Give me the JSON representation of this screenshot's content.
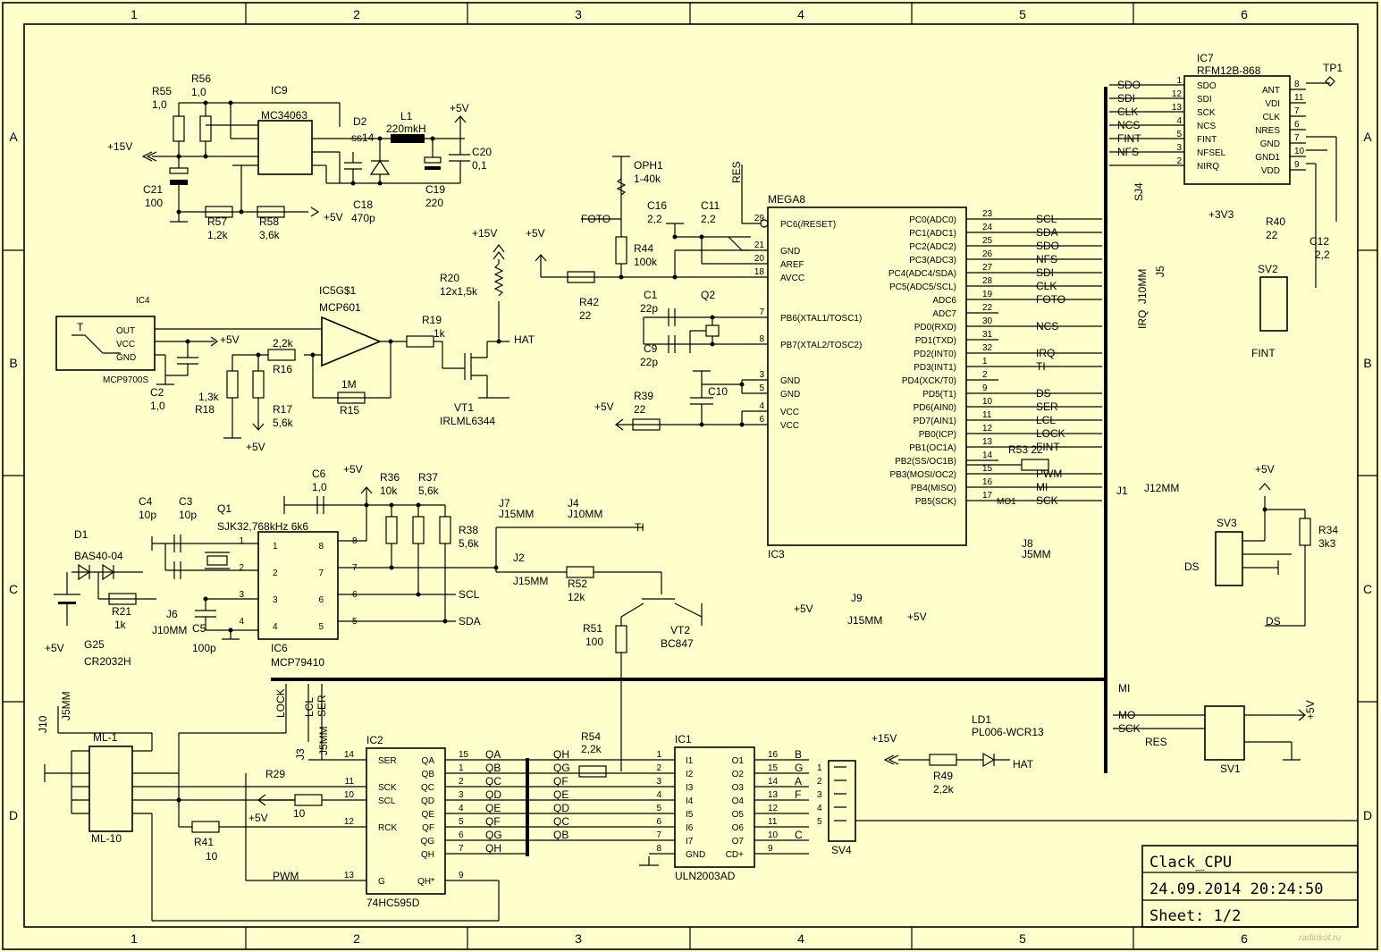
{
  "frame": {
    "columns": [
      "1",
      "2",
      "3",
      "4",
      "5",
      "6"
    ],
    "rows": [
      "A",
      "B",
      "C",
      "D"
    ]
  },
  "title_block": {
    "title": "Clack_CPU",
    "date": "24.09.2014  20:24:50",
    "sheet": "Sheet: 1/2",
    "watermark": "radiokot.ru"
  },
  "mcu": {
    "ref": "IC3",
    "name": "MEGA8",
    "left_pins": [
      {
        "num": "29",
        "name": "PC6(/RESET)"
      },
      {
        "num": "21",
        "name": "GND"
      },
      {
        "num": "20",
        "name": "AREF"
      },
      {
        "num": "18",
        "name": "AVCC"
      },
      {
        "num": "7",
        "name": "PB6(XTAL1/TOSC1)"
      },
      {
        "num": "8",
        "name": "PB7(XTAL2/TOSC2)"
      },
      {
        "num": "3",
        "name": "GND"
      },
      {
        "num": "5",
        "name": "GND"
      },
      {
        "num": "4",
        "name": "VCC"
      },
      {
        "num": "6",
        "name": "VCC"
      }
    ],
    "right_pins": [
      {
        "num": "23",
        "name": "PC0(ADC0)",
        "net": "SCL"
      },
      {
        "num": "24",
        "name": "PC1(ADC1)",
        "net": "SDA"
      },
      {
        "num": "25",
        "name": "PC2(ADC2)",
        "net": "SDO"
      },
      {
        "num": "26",
        "name": "PC3(ADC3)",
        "net": "NFS"
      },
      {
        "num": "27",
        "name": "PC4(ADC4/SDA)",
        "net": "SDI"
      },
      {
        "num": "28",
        "name": "PC5(ADC5/SCL)",
        "net": "CLK"
      },
      {
        "num": "19",
        "name": "ADC6",
        "net": "FOTO"
      },
      {
        "num": "22",
        "name": "ADC7",
        "net": ""
      },
      {
        "num": "30",
        "name": "PD0(RXD)",
        "net": "NCS"
      },
      {
        "num": "31",
        "name": "PD1(TXD)",
        "net": ""
      },
      {
        "num": "32",
        "name": "PD2(INT0)",
        "net": "IRQ"
      },
      {
        "num": "1",
        "name": "PD3(INT1)",
        "net": "TI"
      },
      {
        "num": "2",
        "name": "PD4(XCK/T0)",
        "net": ""
      },
      {
        "num": "9",
        "name": "PD5(T1)",
        "net": "DS"
      },
      {
        "num": "10",
        "name": "PD6(AIN0)",
        "net": "SER"
      },
      {
        "num": "11",
        "name": "PD7(AIN1)",
        "net": "LCL"
      },
      {
        "num": "12",
        "name": "PB0(ICP)",
        "net": "LOCK"
      },
      {
        "num": "13",
        "name": "PB1(OC1A)",
        "net": "FINT"
      },
      {
        "num": "14",
        "name": "PB2(SS/OC1B)",
        "net": ""
      },
      {
        "num": "15",
        "name": "PB3(MOSI/OC2)",
        "net": "PWM"
      },
      {
        "num": "16",
        "name": "PB4(MISO)",
        "net": "MI"
      },
      {
        "num": "17",
        "name": "PB5(SCK)",
        "net": "SCK"
      }
    ]
  },
  "rfm": {
    "ref": "IC7",
    "name": "RFM12B-868",
    "left_pins": [
      {
        "num": "1",
        "name": "SDO",
        "net": "SDO"
      },
      {
        "num": "12",
        "name": "SDI",
        "net": "SDI"
      },
      {
        "num": "13",
        "name": "SCK",
        "net": "CLK"
      },
      {
        "num": "4",
        "name": "NCS",
        "net": "NCS"
      },
      {
        "num": "5",
        "name": "FINT",
        "net": "FINT"
      },
      {
        "num": "3",
        "name": "NFSEL",
        "net": "NFS"
      },
      {
        "num": "2",
        "name": "NIRQ",
        "net": ""
      }
    ],
    "right_pins": [
      {
        "num": "8",
        "name": "ANT"
      },
      {
        "num": "11",
        "name": "VDI"
      },
      {
        "num": "7",
        "name": "CLK"
      },
      {
        "num": "6",
        "name": "NRES"
      },
      {
        "num": "7",
        "name": "GND"
      },
      {
        "num": "10",
        "name": "GND1"
      },
      {
        "num": "9",
        "name": "VDD"
      }
    ]
  },
  "shift": {
    "ref": "IC2",
    "name": "74HC595D",
    "left": [
      {
        "num": "14",
        "name": "SER"
      },
      {
        "num": "11",
        "name": "SCK"
      },
      {
        "num": "10",
        "name": "SCL"
      },
      {
        "num": "12",
        "name": "RCK"
      },
      {
        "num": "13",
        "name": "G"
      }
    ],
    "right": [
      {
        "num": "15",
        "name": "QA",
        "net": "QA"
      },
      {
        "num": "1",
        "name": "QB",
        "net": "QB"
      },
      {
        "num": "2",
        "name": "QC",
        "net": "QC"
      },
      {
        "num": "3",
        "name": "QD",
        "net": "QD"
      },
      {
        "num": "4",
        "name": "QE",
        "net": "QE"
      },
      {
        "num": "5",
        "name": "QF",
        "net": "QF"
      },
      {
        "num": "6",
        "name": "QG",
        "net": "QG"
      },
      {
        "num": "7",
        "name": "QH",
        "net": "QH"
      },
      {
        "num": "9",
        "name": "QH*",
        "net": ""
      }
    ]
  },
  "driver": {
    "ref": "IC1",
    "name": "ULN2003AD",
    "left": [
      {
        "num": "1",
        "name": "I1",
        "net": "QH"
      },
      {
        "num": "2",
        "name": "I2",
        "net": "QG"
      },
      {
        "num": "3",
        "name": "I3",
        "net": "QF"
      },
      {
        "num": "4",
        "name": "I4",
        "net": "QE"
      },
      {
        "num": "5",
        "name": "I5",
        "net": "QD"
      },
      {
        "num": "6",
        "name": "I6",
        "net": "QC"
      },
      {
        "num": "7",
        "name": "I7",
        "net": "QB"
      },
      {
        "num": "8",
        "name": "GND",
        "net": ""
      }
    ],
    "right": [
      {
        "num": "16",
        "name": "O1",
        "net": "B"
      },
      {
        "num": "15",
        "name": "O2",
        "net": "G"
      },
      {
        "num": "14",
        "name": "O3",
        "net": "A"
      },
      {
        "num": "13",
        "name": "O4",
        "net": "F"
      },
      {
        "num": "12",
        "name": "O5",
        "net": ""
      },
      {
        "num": "11",
        "name": "O6",
        "net": ""
      },
      {
        "num": "10",
        "name": "O7",
        "net": "C"
      },
      {
        "num": "9",
        "name": "CD+",
        "net": ""
      }
    ]
  },
  "rtc": {
    "ref": "IC6",
    "name": "MCP79410",
    "left": [
      "1",
      "2",
      "3",
      "4"
    ],
    "right": [
      "8",
      "7",
      "6",
      "5"
    ],
    "nets": [
      "SCL",
      "SDA"
    ]
  },
  "labels": {
    "ic9": "IC9",
    "ic9_name": "MC34063",
    "r55": "R55",
    "r55v": "1,0",
    "r56": "R56",
    "r56v": "1,0",
    "plus15": "+15V",
    "c21": "C21",
    "c21v": "100",
    "r57": "R57",
    "r57v": "1,2k",
    "r58": "R58",
    "r58v": "3,6k",
    "plus5": "+5V",
    "d2": "D2",
    "d2v": "ss14",
    "l1": "L1",
    "l1v": "220mkH",
    "c18": "C18",
    "c18v": "470p",
    "c19": "C19",
    "c19v": "220",
    "c20": "C20",
    "c20v": "0,1",
    "ic4": "IC4",
    "ic4_name": "MCP9700S",
    "t": "T",
    "out": "OUT",
    "vcc": "VCC",
    "gnd": "GND",
    "c2": "C2",
    "c2v": "1,0",
    "ic5": "IC5G$1",
    "ic5_name": "MCP601",
    "r16": "R16",
    "r16v": "2,2k",
    "r18": "R18",
    "r18v": "1,3k",
    "r17": "R17",
    "r17v": "5,6k",
    "r15": "R15",
    "r15v": "1M",
    "r19": "R19",
    "r19v": "1k",
    "r20": "R20",
    "r20v": "12x1,5k",
    "vt1": "VT1",
    "vt1v": "IRLML6344",
    "hat": "HAT",
    "oph1": "OPH1",
    "oph1v": "1-40k",
    "foto": "FOTO",
    "r44": "R44",
    "r44v": "100k",
    "r42": "R42",
    "r42v": "22",
    "c16": "C16",
    "c16v": "2,2",
    "c11": "C11",
    "c11v": "2,2",
    "res": "RES",
    "c1": "C1",
    "c1v": "22p",
    "c9": "C9",
    "c9v": "22p",
    "q2": "Q2",
    "c10": "C10",
    "r39": "R39",
    "r39v": "22",
    "c6": "C6",
    "c6v": "1,0",
    "r36": "R36",
    "r36v": "10k",
    "r37": "R37",
    "r37v": "5,6k",
    "r38": "R38",
    "r38v": "5,6k",
    "c4": "C4",
    "c4v": "10p",
    "c3": "C3",
    "c3v": "10p",
    "q1": "Q1",
    "q1v": "SJK32,768kHz 6k6",
    "d1": "D1",
    "d1v": "BAS40-04",
    "r21": "R21",
    "r21v": "1k",
    "j6": "J6",
    "j6v": "J10MM",
    "c5": "C5",
    "c5v": "100p",
    "g25": "G25",
    "g25v": "CR2032H",
    "j7": "J7",
    "j7v": "J15MM",
    "j4": "J4",
    "j4v": "J10MM",
    "ti": "TI",
    "j2": "J2",
    "j2v": "J15MM",
    "r52": "R52",
    "r52v": "12k",
    "vt2": "VT2",
    "vt2v": "BC847",
    "r51": "R51",
    "r51v": "100",
    "j9": "J9",
    "j9v": "J15MM",
    "r53": "R53 22",
    "j8": "J8",
    "j8v": "J5MM",
    "mo1": "MO1",
    "j1": "J1",
    "j1v": "J12MM",
    "tp1": "TP1",
    "sj4": "SJ4",
    "j5": "J5",
    "j5v": "J10MM",
    "irq": "IRQ",
    "plus33": "+3V3",
    "r40": "R40",
    "r40v": "22",
    "c12": "C12",
    "c12v": "2,2",
    "sv2": "SV2",
    "fint": "FINT",
    "sv3": "SV3",
    "ds": "DS",
    "r34": "R34",
    "r34v": "3k3",
    "sv1": "SV1",
    "mi": "MI",
    "mo": "MO",
    "sck": "SCK",
    "ld1": "LD1",
    "ld1v": "PL006-WCR13",
    "r49": "R49",
    "r49v": "2,2k",
    "sv4": "SV4",
    "r54": "R54",
    "r54v": "2,2k",
    "r29": "R29",
    "r41": "R41",
    "r41v": "10",
    "r29v": "10",
    "j10": "J10",
    "j10v": "J5MM",
    "j3": "J3",
    "j3v": "J5MM",
    "ml1": "ML-1",
    "ml10": "ML-10",
    "pwm": "PWM",
    "lock": "LOCK",
    "lcl": "LCL",
    "ser": "SER"
  }
}
